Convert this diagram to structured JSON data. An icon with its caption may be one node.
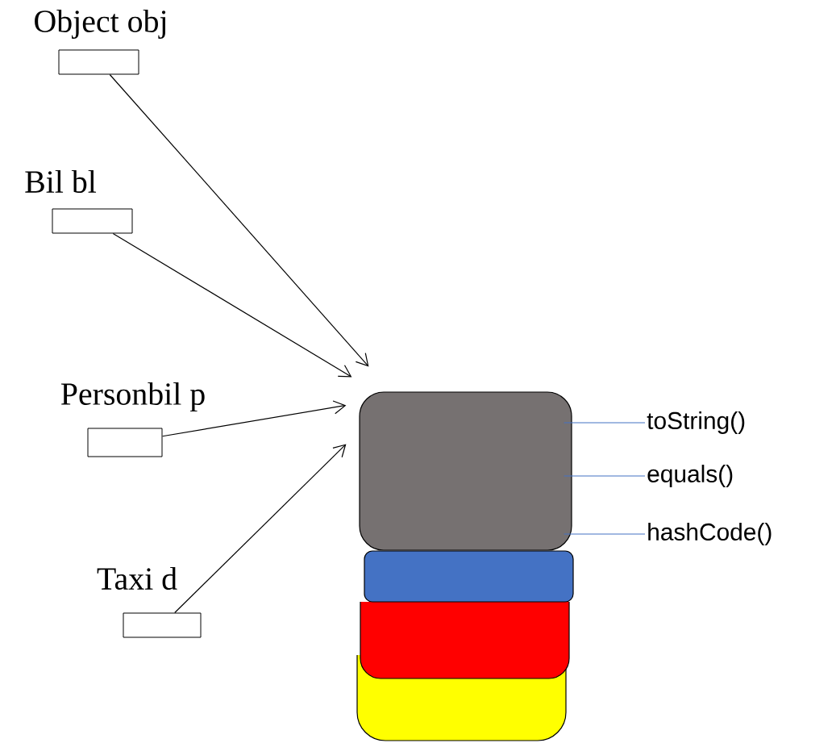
{
  "diagram": {
    "nodes": [
      {
        "text": [
          "Object obj"
        ]
      },
      {
        "text": [
          "Bil bl"
        ]
      },
      {
        "text": [
          "Personbil p"
        ]
      },
      {
        "text": [
          "Taxi d"
        ]
      },
      {
        "text": [],
        "shape": "box"
      },
      {
        "text": [],
        "shape": "box"
      },
      {
        "text": [],
        "shape": "box"
      },
      {
        "text": [],
        "shape": "box"
      },
      {
        "text": [
          "toString()"
        ]
      },
      {
        "text": [
          "equals()"
        ]
      },
      {
        "text": [
          "hashCode()"
        ]
      }
    ],
    "edges": [
      {
        "from": 0,
        "to": 7,
        "arrow": "to"
      },
      {
        "from": 1,
        "to": 7,
        "arrow": "to"
      },
      {
        "from": 2,
        "to": 7,
        "arrow": "to"
      },
      {
        "from": 3,
        "to": 7,
        "arrow": "to"
      },
      {
        "from": 8,
        "to": 7,
        "arrow": "none",
        "color": "#4472c4"
      },
      {
        "from": 9,
        "to": 7,
        "arrow": "none",
        "color": "#4472c4"
      },
      {
        "from": 10,
        "to": 7,
        "arrow": "none",
        "color": "#4472c4"
      }
    ]
  }
}
